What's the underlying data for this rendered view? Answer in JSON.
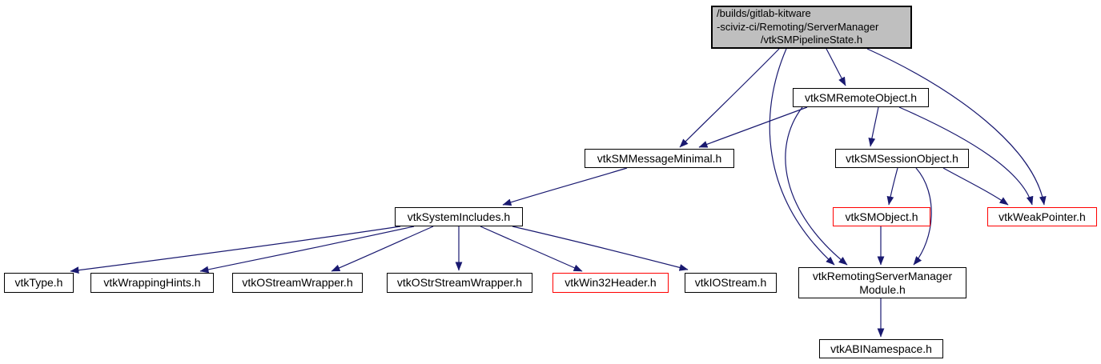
{
  "diagram": {
    "title": "Doxygen include dependency graph for vtkSMPipelineState.h",
    "background_color": "#ffffff",
    "edge_color": "#191970",
    "root_fill_color": "#bfbfbf",
    "node_fill_color": "#ffffff",
    "node_border_color": "#000000",
    "truncated_node_border_color": "#ff0000"
  },
  "nodes": [
    {
      "id": "root",
      "style": "root",
      "lines": [
        "/builds/gitlab-kitware",
        "-sciviz-ci/Remoting/ServerManager",
        "/vtkSMPipelineState.h"
      ],
      "label": "/builds/gitlab-kitware -sciviz-ci/Remoting/ServerManager /vtkSMPipelineState.h"
    },
    {
      "id": "sm-remote-object",
      "style": "normal",
      "label": "vtkSMRemoteObject.h"
    },
    {
      "id": "sm-message-minimal",
      "style": "normal",
      "label": "vtkSMMessageMinimal.h"
    },
    {
      "id": "sm-session-object",
      "style": "normal",
      "label": "vtkSMSessionObject.h"
    },
    {
      "id": "system-includes",
      "style": "normal",
      "label": "vtkSystemIncludes.h"
    },
    {
      "id": "sm-object",
      "style": "red",
      "label": "vtkSMObject.h"
    },
    {
      "id": "weak-pointer",
      "style": "red",
      "label": "vtkWeakPointer.h"
    },
    {
      "id": "type",
      "style": "normal",
      "label": "vtkType.h"
    },
    {
      "id": "wrapping-hints",
      "style": "normal",
      "label": "vtkWrappingHints.h"
    },
    {
      "id": "ostream-wrapper",
      "style": "normal",
      "label": "vtkOStreamWrapper.h"
    },
    {
      "id": "ostrstream-wrapper",
      "style": "normal",
      "label": "vtkOStrStreamWrapper.h"
    },
    {
      "id": "win32-header",
      "style": "red",
      "label": "vtkWin32Header.h"
    },
    {
      "id": "iostream",
      "style": "normal",
      "label": "vtkIOStream.h"
    },
    {
      "id": "remoting-module",
      "style": "normal",
      "label": "vtkRemotingServerManager\nModule.h"
    },
    {
      "id": "abi-namespace",
      "style": "normal",
      "label": "vtkABINamespace.h"
    }
  ],
  "edges": [
    {
      "from": "root",
      "to": "sm-message-minimal"
    },
    {
      "from": "root",
      "to": "sm-remote-object"
    },
    {
      "from": "root",
      "to": "remoting-module"
    },
    {
      "from": "root",
      "to": "weak-pointer"
    },
    {
      "from": "sm-remote-object",
      "to": "sm-message-minimal"
    },
    {
      "from": "sm-remote-object",
      "to": "sm-session-object"
    },
    {
      "from": "sm-remote-object",
      "to": "remoting-module"
    },
    {
      "from": "sm-remote-object",
      "to": "weak-pointer"
    },
    {
      "from": "sm-session-object",
      "to": "sm-object"
    },
    {
      "from": "sm-session-object",
      "to": "remoting-module"
    },
    {
      "from": "sm-session-object",
      "to": "weak-pointer"
    },
    {
      "from": "sm-message-minimal",
      "to": "system-includes"
    },
    {
      "from": "system-includes",
      "to": "type"
    },
    {
      "from": "system-includes",
      "to": "wrapping-hints"
    },
    {
      "from": "system-includes",
      "to": "ostream-wrapper"
    },
    {
      "from": "system-includes",
      "to": "ostrstream-wrapper"
    },
    {
      "from": "system-includes",
      "to": "win32-header"
    },
    {
      "from": "system-includes",
      "to": "iostream"
    },
    {
      "from": "sm-object",
      "to": "remoting-module"
    },
    {
      "from": "remoting-module",
      "to": "abi-namespace"
    }
  ]
}
